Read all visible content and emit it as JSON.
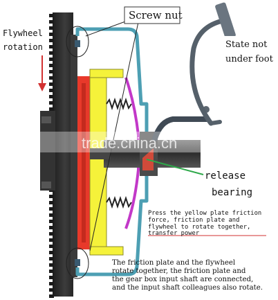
{
  "labels": {
    "screw_nut": "Screw nut",
    "flywheel_line1": "Flywheel",
    "flywheel_line2": "rotation",
    "state_line1": "State not",
    "state_line2": "under foot",
    "release_line1": "release",
    "release_line2": "bearing",
    "press_text": [
      "Press the yellow plate friction",
      "force, friction plate and",
      "flywheel to rotate together,",
      "transfer power"
    ],
    "friction_text": [
      "The friction plate and the flywheel",
      "rotate together, the friction plate and",
      "the gear box input shaft are connected,",
      "and the input shaft colleagues also rotate."
    ],
    "watermark": "trade.china.cn"
  },
  "colors": {
    "flywheel": "#2b2b2b",
    "yellow_plate": "#f5f23a",
    "friction": "#e8392a",
    "housing": "#4d9fb3",
    "spring_path": "#c238c8",
    "shaft": "#3a3a3a",
    "bearing": "#d04a3a",
    "pointer": "#2ea84a",
    "arrow": "#d23030"
  }
}
